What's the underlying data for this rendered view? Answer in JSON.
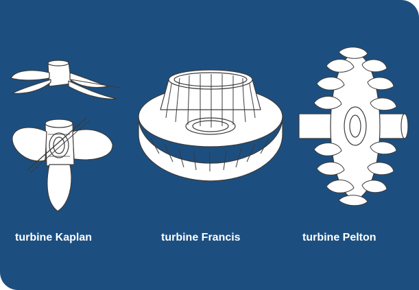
{
  "labels": {
    "kaplan": "turbine Kaplan",
    "francis": "turbine Francis",
    "pelton": "turbine Pelton"
  },
  "colors": {
    "background": "#1c4f80",
    "label": "#ffffff",
    "drawing_fill": "#ffffff",
    "drawing_stroke": "#3a3a3a"
  },
  "icons": {
    "kaplan": "kaplan-turbine-drawing",
    "francis": "francis-turbine-drawing",
    "pelton": "pelton-turbine-drawing"
  }
}
